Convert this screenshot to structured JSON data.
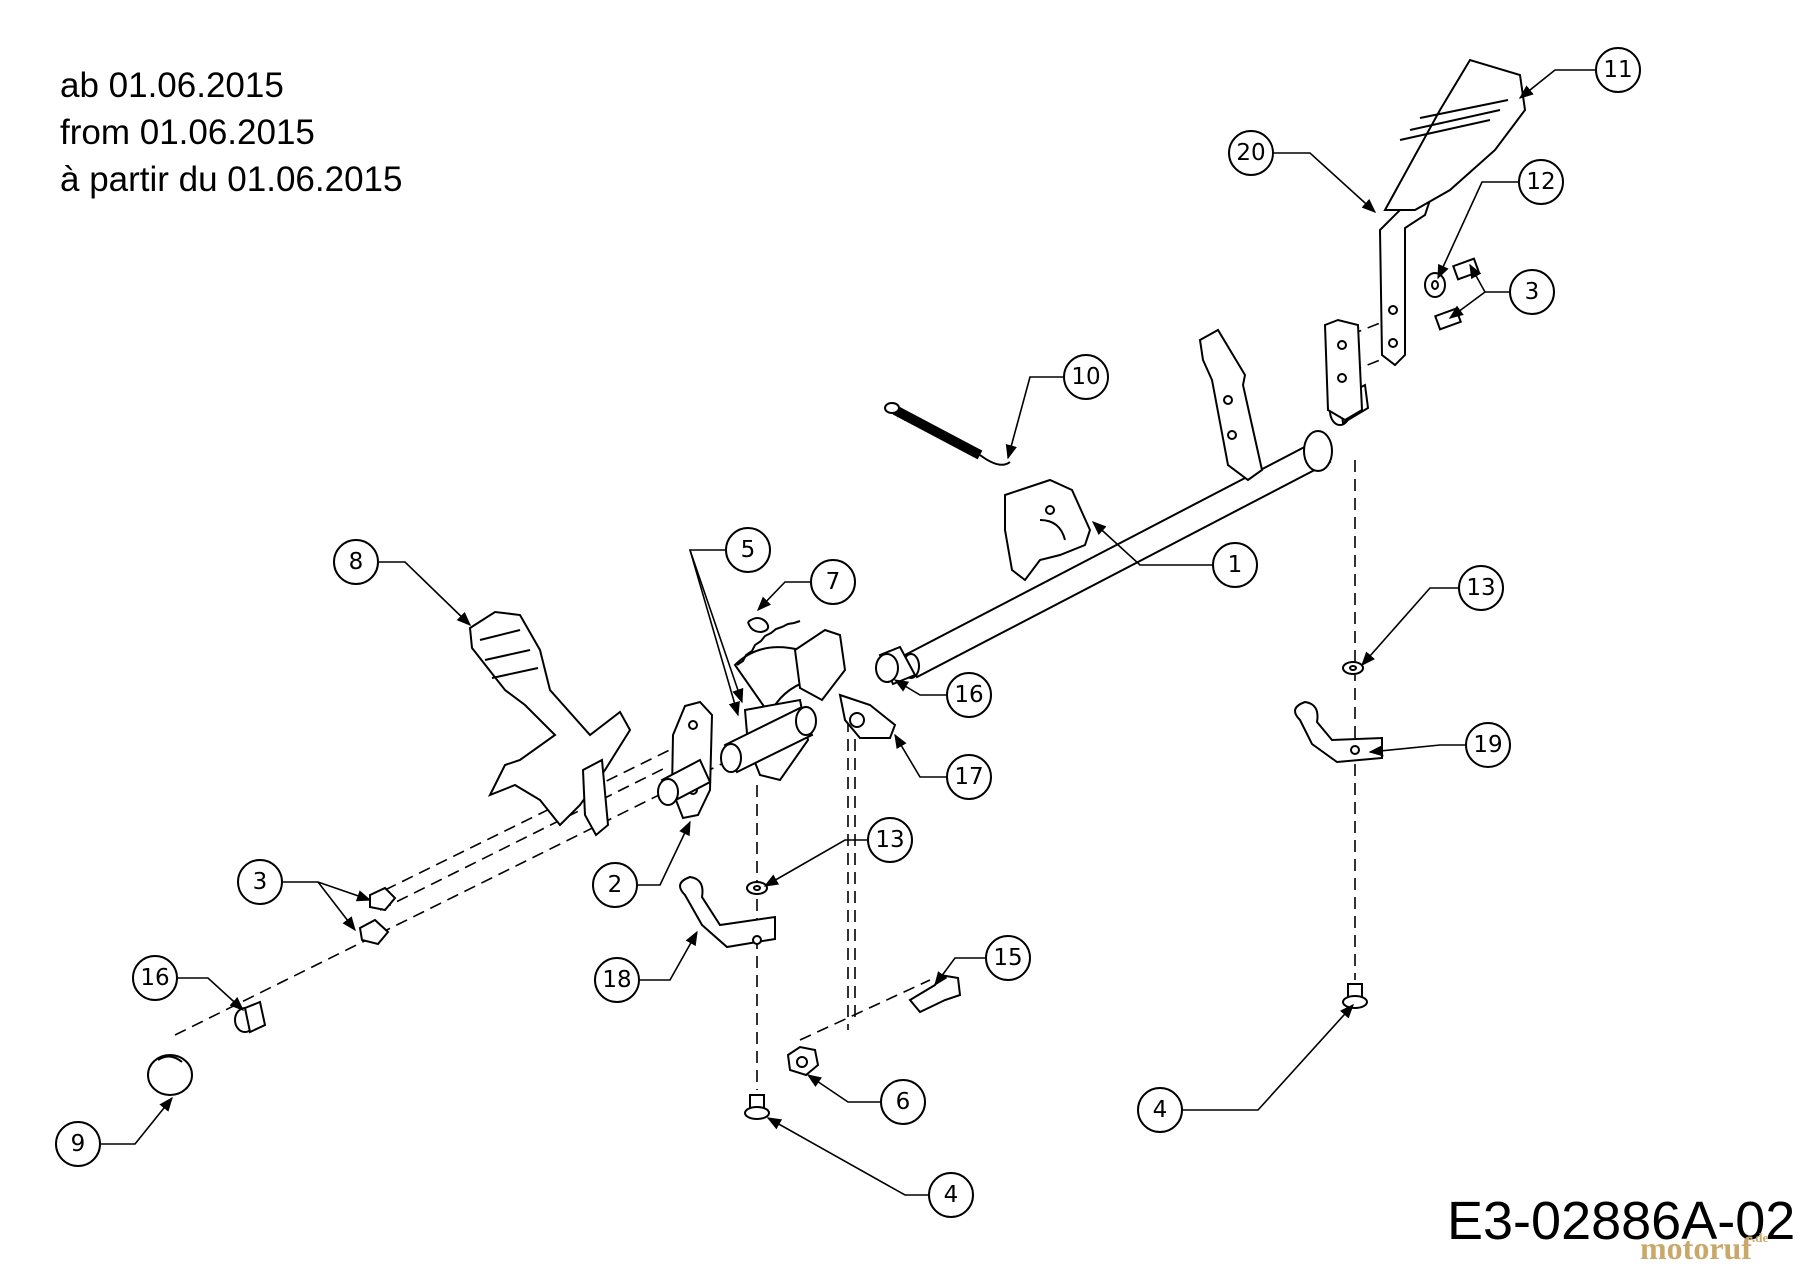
{
  "header": {
    "line_de": "ab 01.06.2015",
    "line_en": "from 01.06.2015",
    "line_fr": "à partir du 01.06.2015"
  },
  "drawing_code": "E3-02886A-02",
  "watermark": {
    "name": "motoruf",
    "tld": ".de"
  },
  "callouts": [
    {
      "id": "c1",
      "label": "1"
    },
    {
      "id": "c2",
      "label": "2"
    },
    {
      "id": "c3a",
      "label": "3"
    },
    {
      "id": "c3b",
      "label": "3"
    },
    {
      "id": "c4a",
      "label": "4"
    },
    {
      "id": "c4b",
      "label": "4"
    },
    {
      "id": "c5",
      "label": "5"
    },
    {
      "id": "c6",
      "label": "6"
    },
    {
      "id": "c7",
      "label": "7"
    },
    {
      "id": "c8",
      "label": "8"
    },
    {
      "id": "c9",
      "label": "9"
    },
    {
      "id": "c10",
      "label": "10"
    },
    {
      "id": "c11",
      "label": "11"
    },
    {
      "id": "c12",
      "label": "12"
    },
    {
      "id": "c13a",
      "label": "13"
    },
    {
      "id": "c13b",
      "label": "13"
    },
    {
      "id": "c15",
      "label": "15"
    },
    {
      "id": "c16a",
      "label": "16"
    },
    {
      "id": "c16b",
      "label": "16"
    },
    {
      "id": "c17",
      "label": "17"
    },
    {
      "id": "c18",
      "label": "18"
    },
    {
      "id": "c19",
      "label": "19"
    },
    {
      "id": "c20",
      "label": "20"
    }
  ]
}
